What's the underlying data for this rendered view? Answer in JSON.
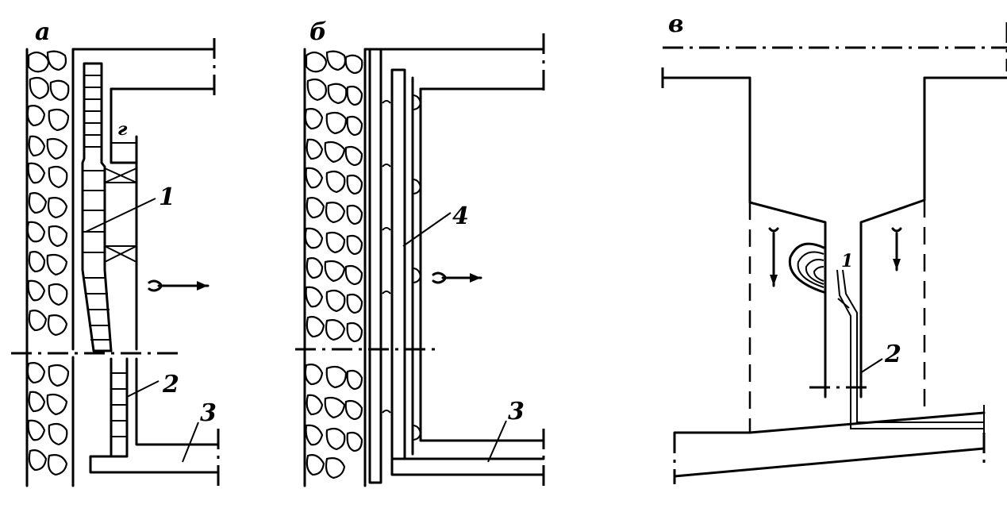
{
  "panels": [
    {
      "id": "a",
      "letter": "а"
    },
    {
      "id": "b",
      "letter": "б"
    },
    {
      "id": "c",
      "letter": "в"
    }
  ],
  "labels": {
    "a_section_mark": "г",
    "a_1": "1",
    "a_2": "2",
    "a_3": "3",
    "b_4": "4",
    "b_3": "3",
    "c_1": "1",
    "c_2": "2"
  }
}
